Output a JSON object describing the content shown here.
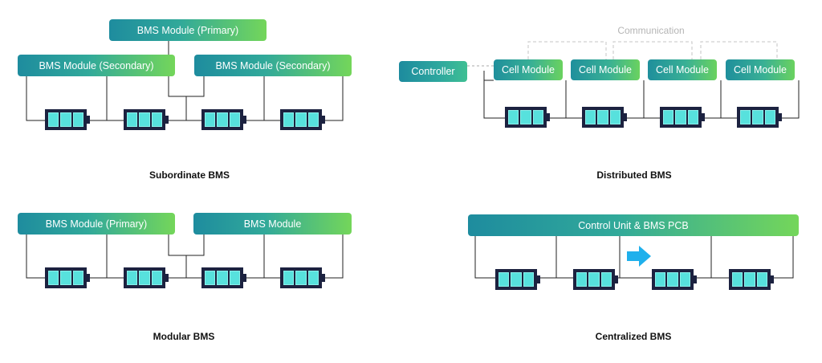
{
  "diagrams": {
    "subordinate": {
      "caption": "Subordinate BMS",
      "primary_label": "BMS Module (Primary)",
      "secondary_left_label": "BMS Module (Secondary)",
      "secondary_right_label": "BMS Module (Secondary)"
    },
    "distributed": {
      "caption": "Distributed BMS",
      "communication_label": "Communication",
      "controller_label": "Controller",
      "cell_module_labels": [
        "Cell Module",
        "Cell Module",
        "Cell Module",
        "Cell Module"
      ]
    },
    "modular": {
      "caption": "Modular BMS",
      "primary_label": "BMS Module (Primary)",
      "module_label": "BMS Module"
    },
    "centralized": {
      "caption": "Centralized BMS",
      "control_unit_label": "Control Unit & BMS PCB"
    }
  },
  "colors": {
    "gradient_start": "#1e8c9e",
    "gradient_end": "#74d65a",
    "battery_body": "#1c2240",
    "battery_cell": "#57e1dd",
    "arrow": "#1fb0ec",
    "communication_line": "#c4c4c4"
  }
}
